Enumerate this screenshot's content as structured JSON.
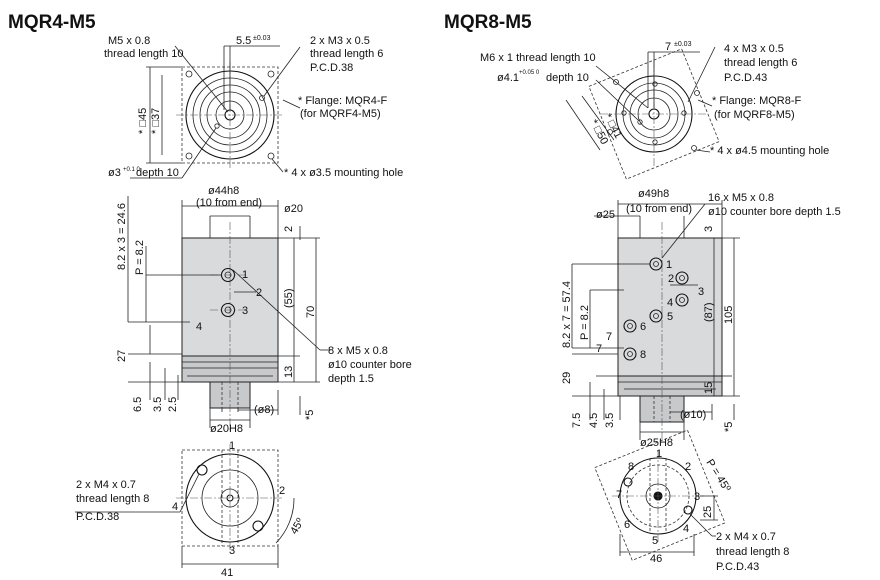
{
  "left": {
    "title": "MQR4-M5",
    "top_labels": {
      "port_spec": "M5 x 0.8",
      "port_thread": "thread length 10",
      "offset": "5.5",
      "offset_tol": "±0.03",
      "tap_spec": "2 x M3 x 0.5",
      "tap_thread": "thread length 6",
      "tap_pcd": "P.C.D.38",
      "flange_line1": "* Flange: MQR4-F",
      "flange_line2": "(for MQRF4-M5)",
      "mount_hole": "* 4 x ø3.5 mounting hole",
      "sq45": "* □45",
      "sq37": "* □37",
      "pin": "ø3",
      "pin_tol": "+0.1 0",
      "pin_depth": "depth 10"
    },
    "front_labels": {
      "dia44": "ø44h8",
      "from_end": "(10 from end)",
      "dia20": "ø20",
      "pitch_total": "8.2 x 3 = 24.6",
      "pitch": "P = 8.2",
      "d27": "27",
      "d2": "2",
      "d55": "(55)",
      "d70": "70",
      "d13": "13",
      "d65": "6.5",
      "d35": "3.5",
      "d25": "2.5",
      "d8": "(ø8)",
      "d5": "*5",
      "h20": "ø20H8",
      "cb_line1": "8 x M5 x 0.8",
      "cb_line2": "ø10 counter bore",
      "cb_line3": "depth 1.5",
      "n1": "1",
      "n2": "2",
      "n3": "3",
      "n4": "4"
    },
    "bottom_labels": {
      "tap_spec": "2 x M4 x 0.7",
      "tap_thread": "thread length 8",
      "tap_pcd": "P.C.D.38",
      "width": "41",
      "angle": "45º",
      "n1": "1",
      "n2": "2",
      "n3": "3",
      "n4": "4"
    }
  },
  "right": {
    "title": "MQR8-M5",
    "top_labels": {
      "port_spec": "M6 x 1 thread length 10",
      "pin": "ø4.1",
      "pin_tol": "+0.05 0",
      "pin_depth": "depth 10",
      "offset": "7",
      "offset_tol": "±0.03",
      "tap_spec": "4 x M3 x 0.5",
      "tap_thread": "thread length 6",
      "tap_pcd": "P.C.D.43",
      "flange_line1": "* Flange: MQR8-F",
      "flange_line2": "(for MQRF8-M5)",
      "mount_hole": "* 4 x ø4.5 mounting hole",
      "sq50": "* □50",
      "sq41": "* □41"
    },
    "front_labels": {
      "dia49": "ø49h8",
      "from_end": "(10 from end)",
      "dia25": "ø25",
      "port_spec": "16 x M5 x 0.8",
      "cb": "ø10 counter bore depth 1.5",
      "pitch_total": "8.2 x 7 = 57.4",
      "pitch": "P = 8.2",
      "d3": "3",
      "d87": "(87)",
      "d105": "105",
      "d7": "7",
      "d29": "29",
      "d15": "15",
      "d75": "7.5",
      "d45": "4.5",
      "d35": "3.5",
      "d10": "(ø10)",
      "d5": "*5",
      "h25": "ø25H8",
      "n1": "1",
      "n2": "2",
      "n3": "3",
      "n4": "4",
      "n5": "5",
      "n6": "6",
      "n7": "7",
      "n8": "8"
    },
    "bottom_labels": {
      "tap_spec": "2 x M4 x 0.7",
      "tap_thread": "thread length 8",
      "tap_pcd": "P.C.D.43",
      "width": "46",
      "angle": "P = 45º",
      "d25": "25",
      "n1": "1",
      "n2": "2",
      "n3": "3",
      "n4": "4",
      "n5": "5",
      "n6": "6",
      "n7": "7",
      "n8": "8"
    }
  }
}
